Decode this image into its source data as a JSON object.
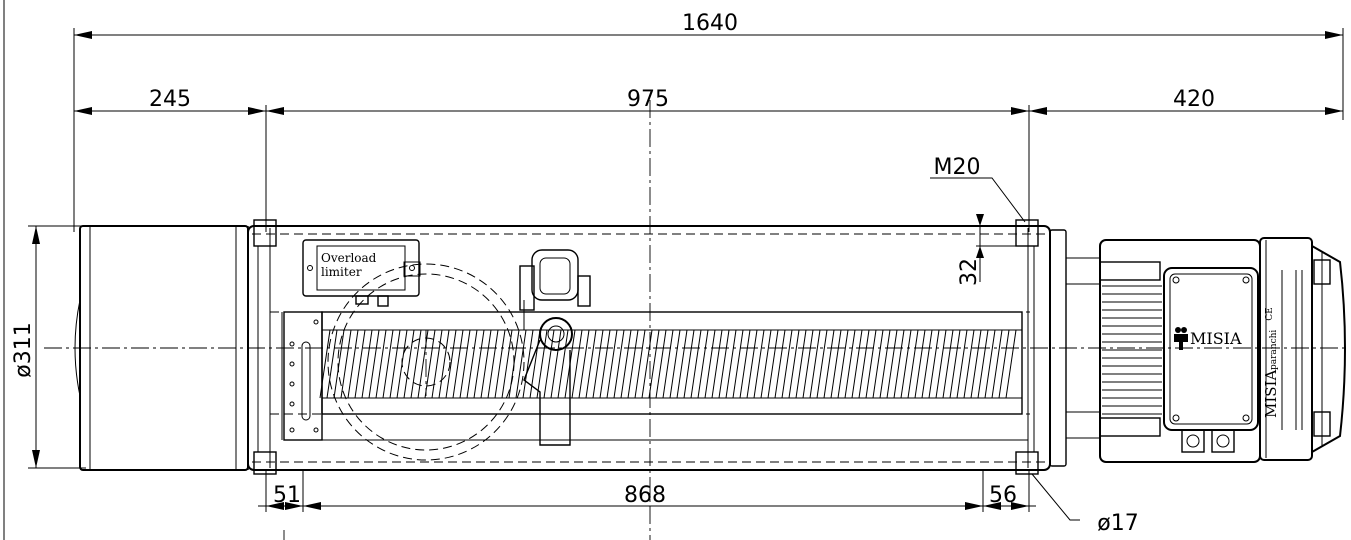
{
  "dimensions": {
    "overall_length": "1640",
    "drum_side_length": "245",
    "drum_length": "975",
    "motor_length": "420",
    "bolt_thread": "M20",
    "bolt_offset": "32",
    "diameter": "ø311",
    "left_foot": "51",
    "foot_spacing": "868",
    "right_foot": "56",
    "hole_diameter": "ø17"
  },
  "labels": {
    "overload_line1": "Overload",
    "overload_line2": "limiter",
    "brand_front": "MISIA",
    "brand_side": "MISIA",
    "brand_side_sub": "paranchi",
    "ce_mark": "CE"
  }
}
